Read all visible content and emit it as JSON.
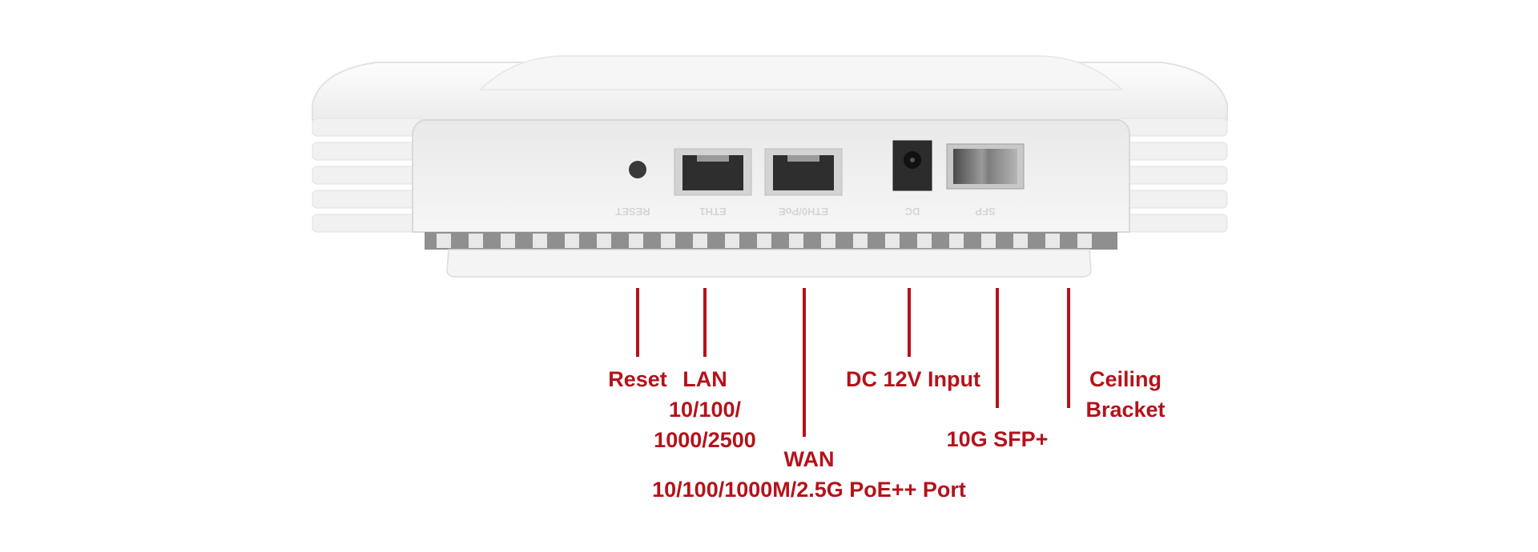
{
  "colors": {
    "callout": "#b5121b",
    "device_body": "#f3f3f3",
    "device_shadow": "#d6d6d6",
    "port_dark": "#2a2a2a",
    "vent_dark": "#3a3a3a"
  },
  "device": {
    "port_markings": [
      "RESET",
      "ETH1",
      "ETH0/PoE",
      "DC",
      "SFP"
    ]
  },
  "callouts": [
    {
      "name": "reset",
      "lines": [
        "Reset"
      ]
    },
    {
      "name": "lan",
      "lines": [
        "LAN",
        "10/100/",
        "1000/2500"
      ]
    },
    {
      "name": "wan",
      "lines": [
        "WAN",
        "10/100/1000M/2.5G PoE++ Port"
      ]
    },
    {
      "name": "dc",
      "lines": [
        "DC 12V Input"
      ]
    },
    {
      "name": "sfp",
      "lines": [
        "10G SFP+"
      ]
    },
    {
      "name": "ceiling",
      "lines": [
        "Ceiling",
        "Bracket"
      ]
    }
  ]
}
